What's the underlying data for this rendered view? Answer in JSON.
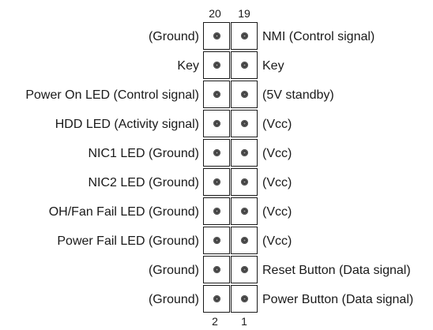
{
  "header": {
    "pin_top_left": "20",
    "pin_top_right": "19",
    "pin_bottom_left": "2",
    "pin_bottom_right": "1"
  },
  "rows": [
    {
      "left": "(Ground)",
      "right": "NMI (Control signal)"
    },
    {
      "left": "Key",
      "right": "Key"
    },
    {
      "left": "Power On LED (Control signal)",
      "right": "(5V standby)"
    },
    {
      "left": "HDD LED (Activity signal)",
      "right": "(Vcc)"
    },
    {
      "left": "NIC1 LED (Ground)",
      "right": "(Vcc)"
    },
    {
      "left": "NIC2 LED (Ground)",
      "right": "(Vcc)"
    },
    {
      "left": "OH/Fan Fail LED (Ground)",
      "right": "(Vcc)"
    },
    {
      "left": "Power Fail LED (Ground)",
      "right": "(Vcc)"
    },
    {
      "left": "(Ground)",
      "right": "Reset Button (Data signal)"
    },
    {
      "left": "(Ground)",
      "right": "Power Button (Data signal)"
    }
  ]
}
